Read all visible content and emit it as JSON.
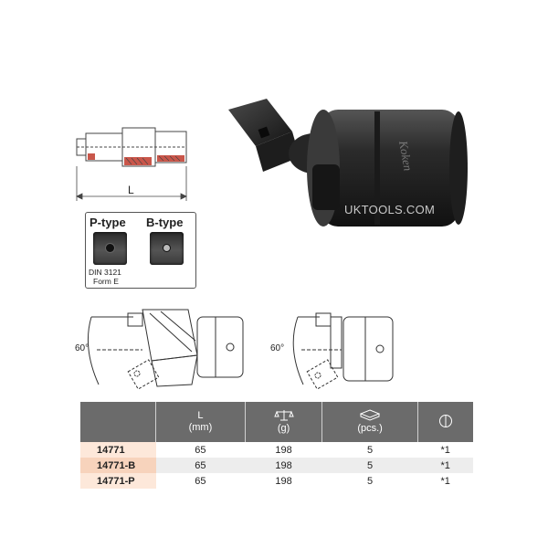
{
  "dimension": {
    "label": "L"
  },
  "types": [
    {
      "name": "P-type",
      "caption_line1": "DIN 3121",
      "caption_line2": "Form E"
    },
    {
      "name": "B-type"
    }
  ],
  "product_brand": "Koken",
  "watermark": "UKTOOLS.COM",
  "angle_diagrams": [
    {
      "angle": "60°"
    },
    {
      "angle": "60°"
    }
  ],
  "table": {
    "headers": [
      {
        "line1": "",
        "line2": ""
      },
      {
        "line1": "L",
        "line2": "(mm)"
      },
      {
        "icon": "scale-icon",
        "line2": "(g)"
      },
      {
        "icon": "box-icon",
        "line2": "(pcs.)"
      },
      {
        "icon": "slot-icon"
      }
    ],
    "rows": [
      {
        "code": "14771",
        "l": "65",
        "weight": "198",
        "pcs": "5",
        "note": "*1"
      },
      {
        "code": "14771-B",
        "l": "65",
        "weight": "198",
        "pcs": "5",
        "note": "*1"
      },
      {
        "code": "14771-P",
        "l": "65",
        "weight": "198",
        "pcs": "5",
        "note": "*1"
      }
    ]
  },
  "colors": {
    "header_bg": "#6b6b6b",
    "code_bg": "#fde8da",
    "code_bg_alt": "#f7d3bc",
    "accent": "#c0392b"
  }
}
